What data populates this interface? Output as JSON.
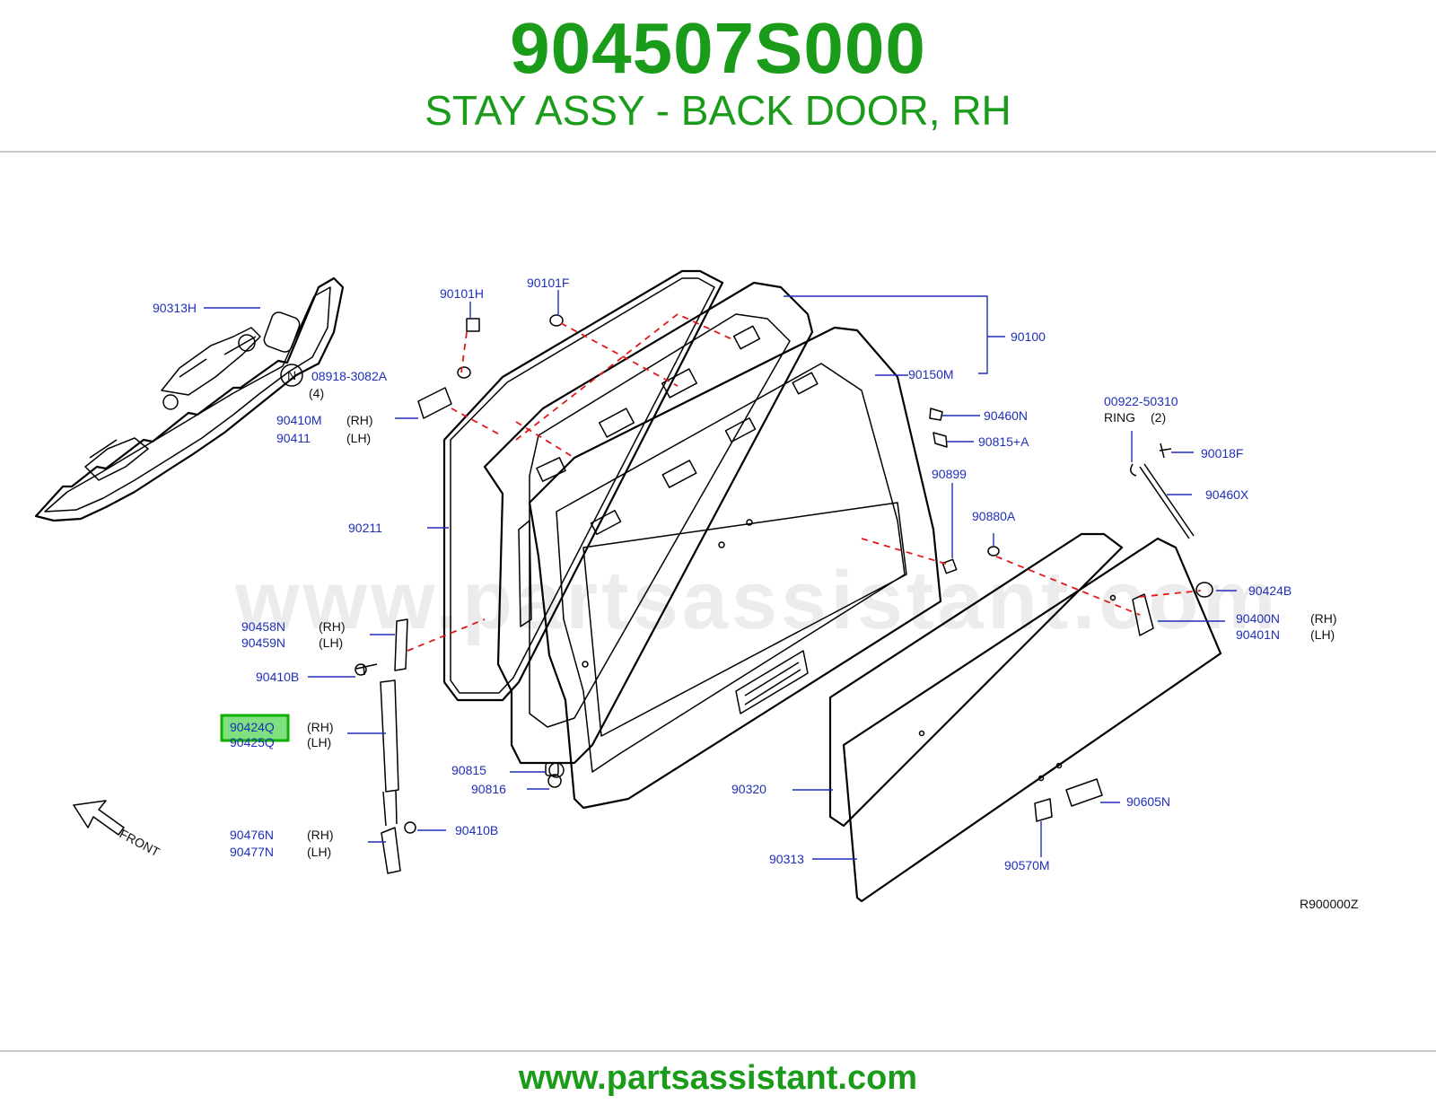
{
  "header": {
    "part_number": "904507S000",
    "part_description": "STAY ASSY - BACK DOOR, RH"
  },
  "diagram": {
    "watermark": "www.partsassistant.com",
    "diagram_code": "R900000Z",
    "front_label": "FRONT",
    "n_marker": "N",
    "highlighted_part": "90424Q",
    "labels": {
      "p90313H": "90313H",
      "p90101H": "90101H",
      "p90101F": "90101F",
      "p08918": "08918-3082A",
      "p08918_qty": "(4)",
      "p90100": "90100",
      "p90150M": "90150M",
      "p90410M": "90410M",
      "p90410M_side": "(RH)",
      "p90411": "90411",
      "p90411_side": "(LH)",
      "p90460N": "90460N",
      "p90815A": "90815+A",
      "p00922": "00922-50310",
      "p_ring": "RING",
      "p_ring_qty": "(2)",
      "p90018F": "90018F",
      "p90899": "90899",
      "p90460X": "90460X",
      "p90211": "90211",
      "p90880A": "90880A",
      "p90424B": "90424B",
      "p90400N": "90400N",
      "p90400N_side": "(RH)",
      "p90401N": "90401N",
      "p90401N_side": "(LH)",
      "p90458N": "90458N",
      "p90458N_side": "(RH)",
      "p90459N": "90459N",
      "p90459N_side": "(LH)",
      "p90410B_a": "90410B",
      "p90424Q": "90424Q",
      "p90424Q_side": "(RH)",
      "p90425Q": "90425Q",
      "p90425Q_side": "(LH)",
      "p90815": "90815",
      "p90816": "90816",
      "p90320": "90320",
      "p90605N": "90605N",
      "p90476N": "90476N",
      "p90476N_side": "(RH)",
      "p90477N": "90477N",
      "p90477N_side": "(LH)",
      "p90410B_b": "90410B",
      "p90313": "90313",
      "p90570M": "90570M"
    }
  },
  "footer": {
    "url": "www.partsassistant.com"
  },
  "colors": {
    "brand_green": "#1a9c1a",
    "label_blue": "#1f2fb8",
    "dashed_red": "#e01818",
    "highlight": "#7ee07e"
  }
}
